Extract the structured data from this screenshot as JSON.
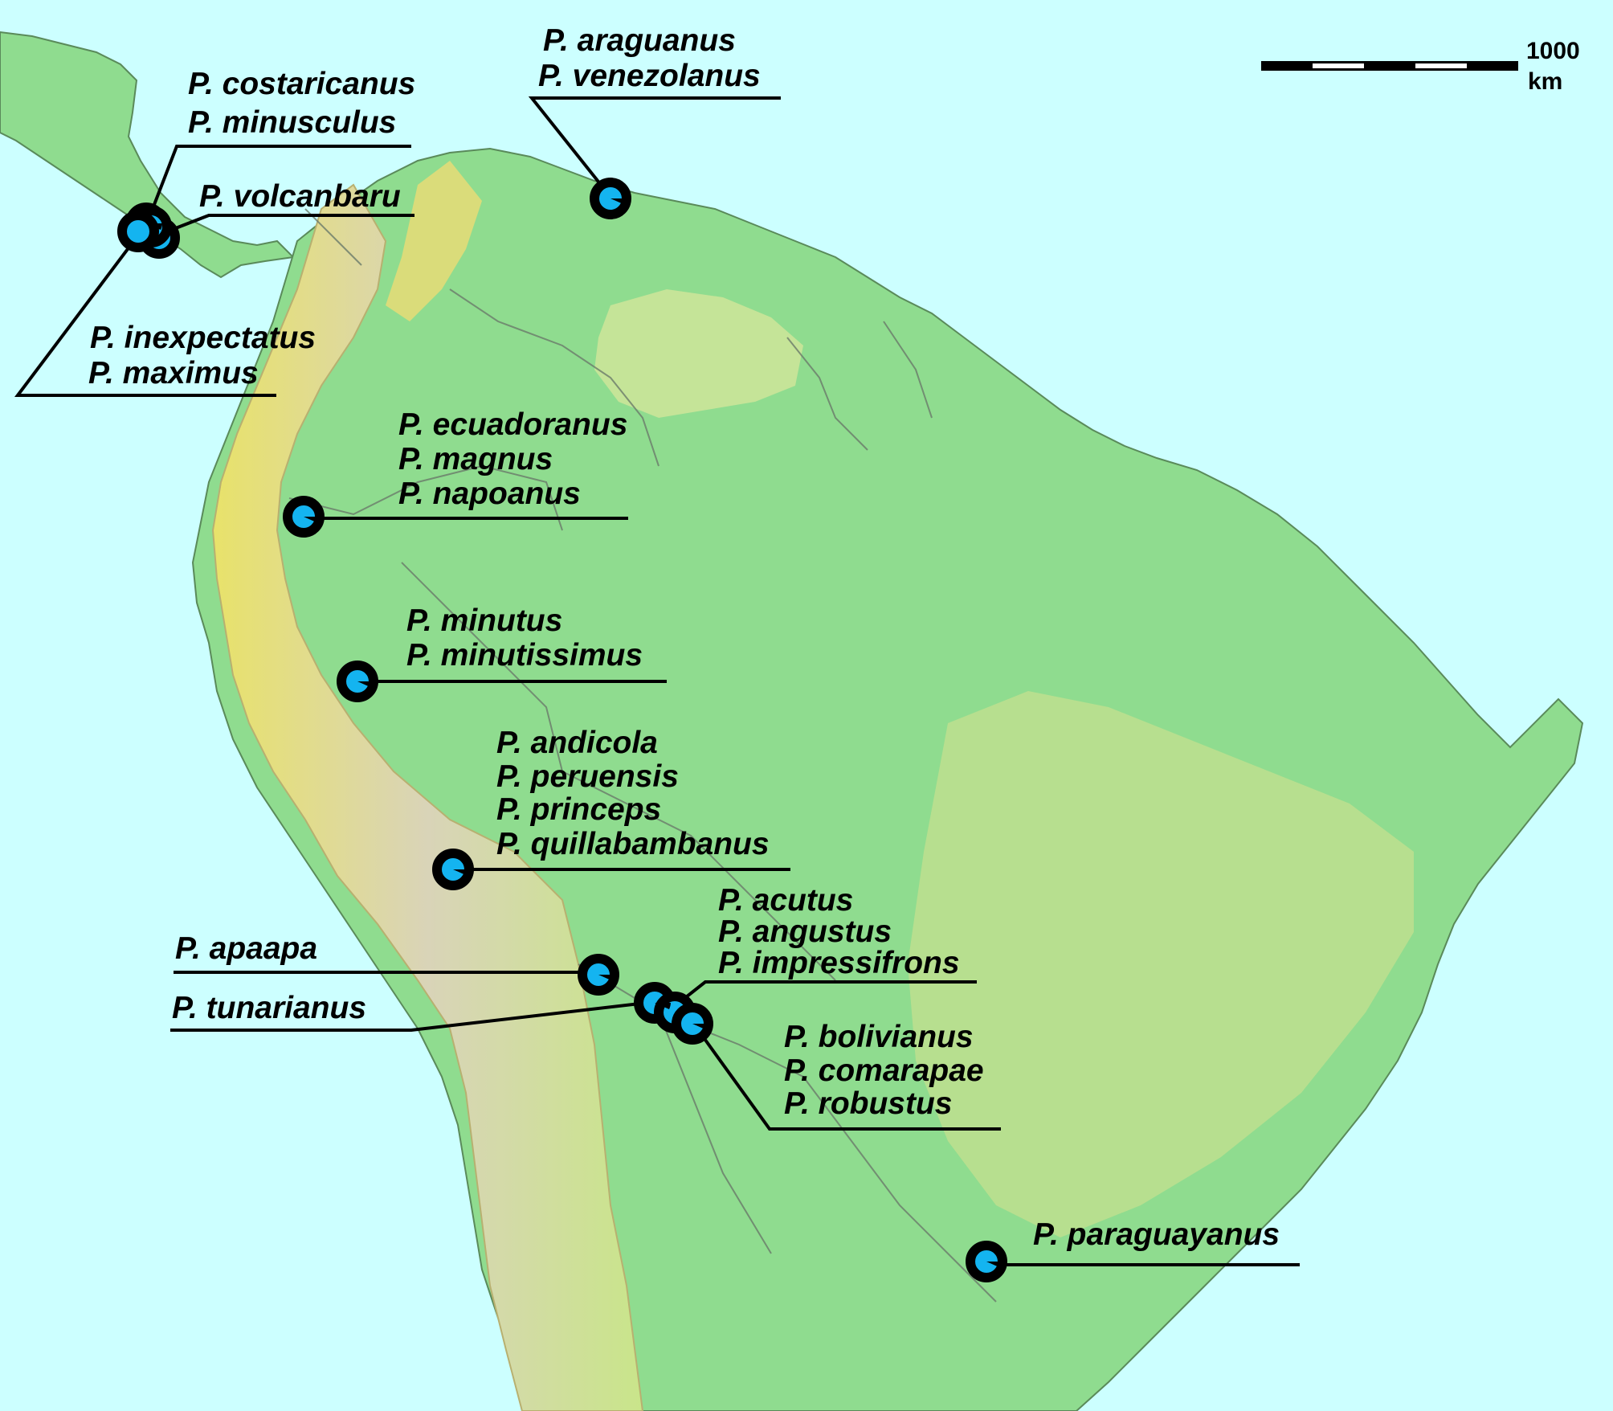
{
  "colors": {
    "ocean": "#ccffff",
    "lowland": "#8fdc8f",
    "upland": "#cfe59a",
    "mountain": "#d8d2b8",
    "border": "#6a7a6a",
    "marker_fill": "#14b4f0",
    "marker_ring": "#000000"
  },
  "scale_bar": {
    "value": "1000",
    "unit": "km"
  },
  "labels": {
    "costaricanus": "P. costaricanus",
    "minusculus": "P. minusculus",
    "volcanbaru": "P. volcanbaru",
    "inexpectatus": "P. inexpectatus",
    "maximus": "P. maximus",
    "araguanus": "P. araguanus",
    "venezolanus": "P. venezolanus",
    "ecuadoranus": "P. ecuadoranus",
    "magnus": "P. magnus",
    "napoanus": "P. napoanus",
    "minutus": "P. minutus",
    "minutissimus": "P. minutissimus",
    "andicola": "P. andicola",
    "peruensis": "P. peruensis",
    "princeps": "P. princeps",
    "quillabambanus": "P. quillabambanus",
    "acutus": "P. acutus",
    "angustus": "P. angustus",
    "impressifrons": "P. impressifrons",
    "apaapa": "P. apaapa",
    "tunarianus": "P. tunarianus",
    "bolivianus": "P. bolivianus",
    "comarapae": "P. comarapae",
    "robustus": "P. robustus",
    "paraguayanus": "P. paraguayanus"
  }
}
